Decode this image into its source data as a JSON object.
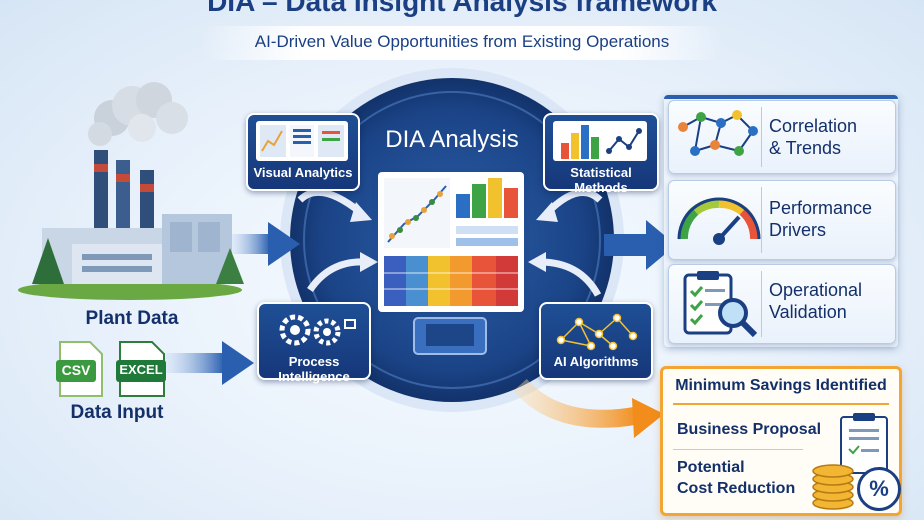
{
  "header": {
    "title": "DIA – Data Insight Analysis framework",
    "subtitle": "AI-Driven Value Opportunities from Existing Operations"
  },
  "left": {
    "plant_label": "Plant Data",
    "data_input_label": "Data Input",
    "csv_label": "CSV",
    "excel_label": "EXCEL"
  },
  "center": {
    "title": "DIA Analysis",
    "modules": {
      "visual": "Visual Analytics",
      "statistical": "Statistical Methods",
      "process": "Process Intelligence",
      "ai": "AI Algorithms"
    }
  },
  "right": {
    "cards": [
      {
        "line1": "Correlation",
        "line2": "& Trends"
      },
      {
        "line1": "Performance",
        "line2": "Drivers"
      },
      {
        "line1": "Operational",
        "line2": "Validation"
      }
    ]
  },
  "savings": {
    "title": "Minimum Savings Identified",
    "proposal": "Business Proposal",
    "reduction_line1": "Potential",
    "reduction_line2": "Cost Reduction",
    "percent_symbol": "%"
  },
  "colors": {
    "navy": "#1a3f82",
    "accent_orange": "#f2a532",
    "arrow_blue": "#2a5fb0"
  }
}
